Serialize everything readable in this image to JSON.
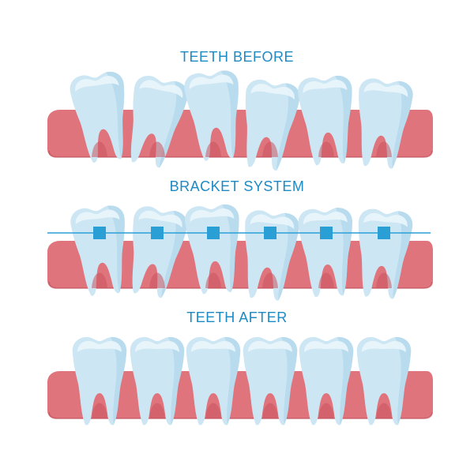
{
  "sections": [
    {
      "id": "before",
      "title": "TEETH BEFORE"
    },
    {
      "id": "bracket",
      "title": "BRACKET SYSTEM"
    },
    {
      "id": "after",
      "title": "TEETH AFTER"
    }
  ],
  "colors": {
    "title": "#1d8ac4",
    "gum": "#e0747c",
    "gum_dark": "#b94a56",
    "gum_inner": "#c9535e",
    "tooth": "#cde6f4",
    "tooth_light": "#eaf6fc",
    "tooth_shade": "#a9d2ea",
    "wire": "#2a9fd6",
    "bracket": "#2a9fd6"
  },
  "icons": {
    "tooth": "tooth-icon",
    "bracket": "bracket-icon"
  }
}
